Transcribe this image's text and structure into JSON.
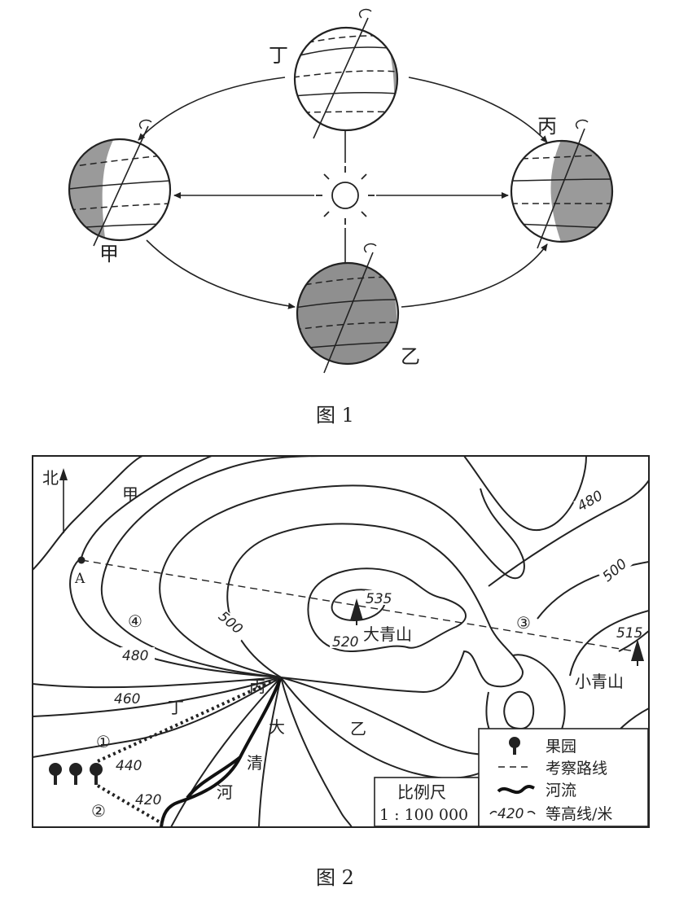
{
  "figure1": {
    "caption": "图 1",
    "earth_labels": {
      "jia": "甲",
      "yi": "乙",
      "bing": "丙",
      "ding": "丁"
    }
  },
  "figure2": {
    "caption": "图 2",
    "north_label": "北",
    "point_a": "A",
    "place_labels": {
      "jia": "甲",
      "yi": "乙",
      "bing": "丙",
      "ding": "丁",
      "circle1": "①",
      "circle2": "②",
      "circle3": "③",
      "circle4": "④"
    },
    "contour_labels": [
      "535",
      "520",
      "500",
      "500",
      "480",
      "480",
      "460",
      "440",
      "420",
      "515"
    ],
    "peaks": {
      "da_qing_shan": "大青山",
      "xiao_qing_shan": "小青山"
    },
    "river_chars": [
      "大",
      "清",
      "河"
    ],
    "scale": {
      "title": "比例尺",
      "ratio": "1 : 100 000"
    },
    "legend": {
      "orchard": "果园",
      "route": "考察路线",
      "river": "河流",
      "contour_sample": "420",
      "contour": "等高线/米"
    }
  }
}
